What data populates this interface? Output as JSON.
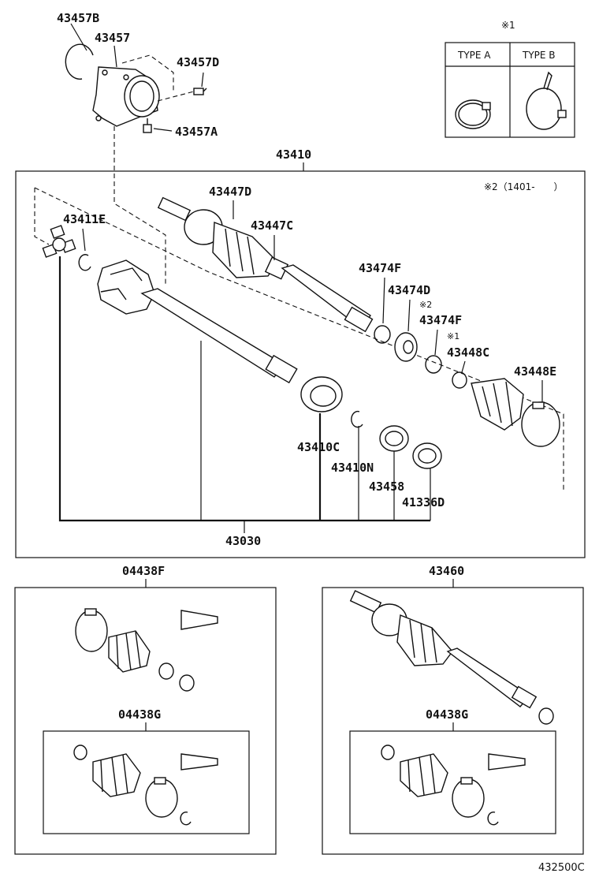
{
  "labels": {
    "p43457B": "43457B",
    "p43457": "43457",
    "p43457D": "43457D",
    "p43457A": "43457A",
    "p43410": "43410",
    "p43447D": "43447D",
    "p43411E": "43411E",
    "p43447C": "43447C",
    "p43474F_a": "43474F",
    "p43474D": "43474D",
    "p43474F_b": "43474F",
    "p43448C": "43448C",
    "p43448E": "43448E",
    "p43410C": "43410C",
    "p43410N": "43410N",
    "p43458": "43458",
    "p41336D": "41336D",
    "p43030": "43030",
    "p04438F": "04438F",
    "p04438G_a": "04438G",
    "p43460": "43460",
    "p04438G_b": "04438G"
  },
  "notes": {
    "note1_mark": "※1",
    "note2_range": "※2（1401-　　）",
    "note2_mark": "※2",
    "note1_small": "※1"
  },
  "type_table": {
    "type_a": "TYPE A",
    "type_b": "TYPE B"
  },
  "footer": {
    "diagram_code": "432500C"
  }
}
